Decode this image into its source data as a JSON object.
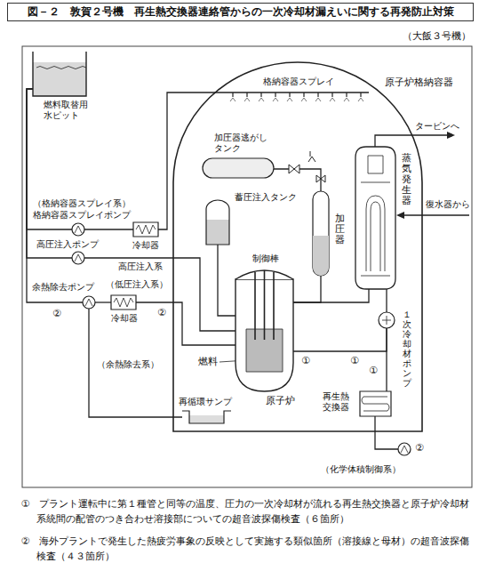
{
  "diagram": {
    "title": "図－２　敦賀２号機　再生熱交換器連絡管からの一次冷却材漏えいに関する再発防止対策",
    "nodes": [
      {
        "text": [
          "原子炉格納容器"
        ]
      },
      {
        "text": [
          "燃料取替用水ピット"
        ]
      },
      {
        "text": [
          "格納容器スプレイポンプ"
        ]
      },
      {
        "text": [
          "冷却器"
        ]
      },
      {
        "text": [
          "高圧注入ポンプ"
        ]
      },
      {
        "text": [
          "余熱除去ポンプ"
        ]
      },
      {
        "text": [
          "冷却器"
        ]
      },
      {
        "text": [
          "加圧器逃がしタンク"
        ],
        "in": 0
      },
      {
        "text": [
          "蓄圧注入タンク"
        ],
        "in": 0
      },
      {
        "text": [
          "原子炉"
        ],
        "in": 0
      },
      {
        "text": [
          "加圧器"
        ],
        "in": 0
      },
      {
        "text": [
          "蒸気発生器"
        ],
        "in": 0
      },
      {
        "text": [
          "１次冷却材ポンプ"
        ],
        "in": 0
      },
      {
        "text": [
          "再生熱交換器"
        ],
        "in": 0
      },
      {
        "text": [
          "再循環サンプ"
        ],
        "in": 0
      }
    ],
    "edges": [
      {
        "from": 1,
        "to": 2,
        "arrow": "none"
      },
      {
        "from": 2,
        "to": 3,
        "arrow": "none"
      },
      {
        "from": 1,
        "to": 4,
        "arrow": "none"
      },
      {
        "from": 1,
        "to": 5,
        "arrow": "none"
      },
      {
        "from": 4,
        "to": 9,
        "arrow": "none"
      },
      {
        "from": 5,
        "to": 6,
        "arrow": "none"
      },
      {
        "from": 6,
        "to": 9,
        "arrow": "none"
      },
      {
        "from": 8,
        "to": 9,
        "arrow": "none"
      },
      {
        "from": 9,
        "to": 11,
        "arrow": "none"
      },
      {
        "from": 10,
        "to": 9,
        "arrow": "none"
      },
      {
        "from": 11,
        "to": 12,
        "arrow": "none"
      },
      {
        "from": 12,
        "to": 9,
        "arrow": "none"
      },
      {
        "from": 12,
        "to": 13,
        "arrow": "none"
      },
      {
        "from": 14,
        "to": 5,
        "arrow": "none"
      }
    ],
    "labels": [
      "（大飯３号機）",
      "格納容器スプレイ",
      "（格納容器スプレイ系）",
      "高圧注入系",
      "（低圧注入系）",
      "②",
      "②",
      "（余熱除去系）",
      "制御棒",
      "燃料",
      "タービンへ",
      "復水器から",
      "①",
      "①",
      "①",
      "②",
      "（化学体積制御系）",
      "①　プラント運転中に第１種管と同等の温度、圧力の一次冷却材が流れる再生熱交換器と原子炉冷却材系統間の配管のつき合わせ溶接部についての超音波探傷検査（６箇所）",
      "②　海外プラントで発生した熱疲労事象の反映として実施する類似箇所（溶接線と母材）の超音波探傷検査（４３箇所）"
    ]
  }
}
